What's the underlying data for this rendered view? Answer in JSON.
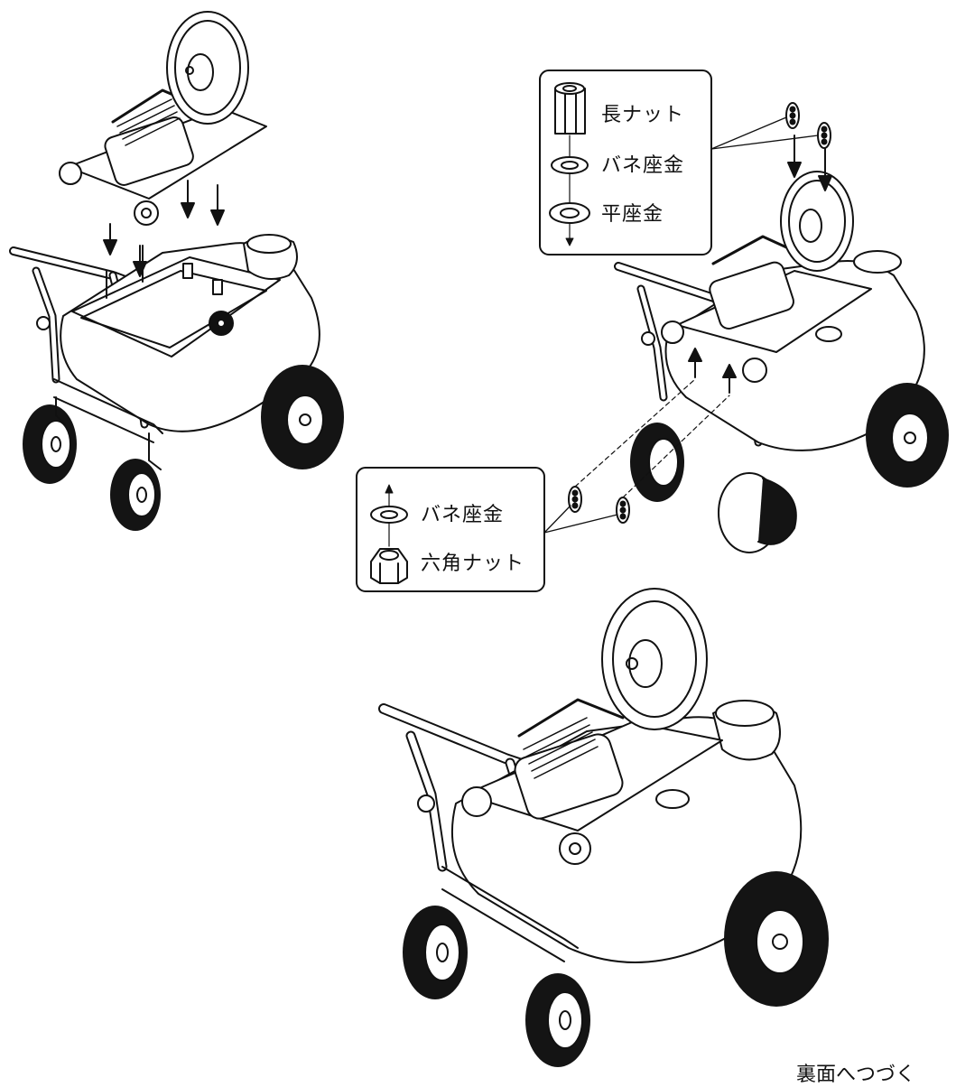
{
  "callout_top": {
    "long_nut": "長ナット",
    "spring_washer": "バネ座金",
    "flat_washer": "平座金"
  },
  "callout_bottom": {
    "spring_washer": "バネ座金",
    "hex_nut": "六角ナット"
  },
  "continue_text": "裏面へつづく",
  "colors": {
    "line": "#111111",
    "tire": "#141414",
    "paper": "#ffffff"
  }
}
